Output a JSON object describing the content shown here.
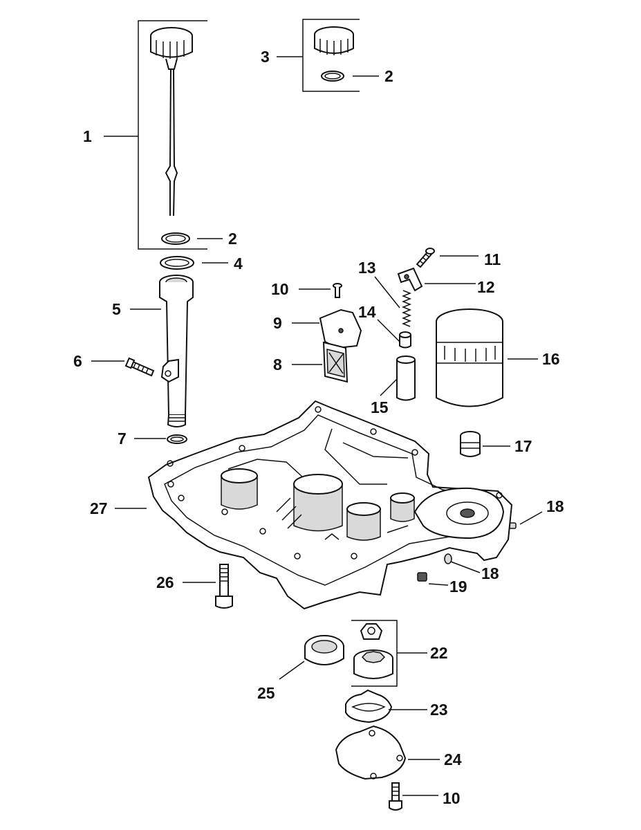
{
  "callouts": {
    "c1": "1",
    "c2a": "2",
    "c2b": "2",
    "c3": "3",
    "c4": "4",
    "c5": "5",
    "c6": "6",
    "c7": "7",
    "c8": "8",
    "c9": "9",
    "c10a": "10",
    "c10b": "10",
    "c11": "11",
    "c12": "12",
    "c13": "13",
    "c14": "14",
    "c15": "15",
    "c16": "16",
    "c17": "17",
    "c18a": "18",
    "c18b": "18",
    "c19": "19",
    "c22": "22",
    "c23": "23",
    "c24": "24",
    "c25": "25",
    "c26": "26",
    "c27": "27"
  }
}
